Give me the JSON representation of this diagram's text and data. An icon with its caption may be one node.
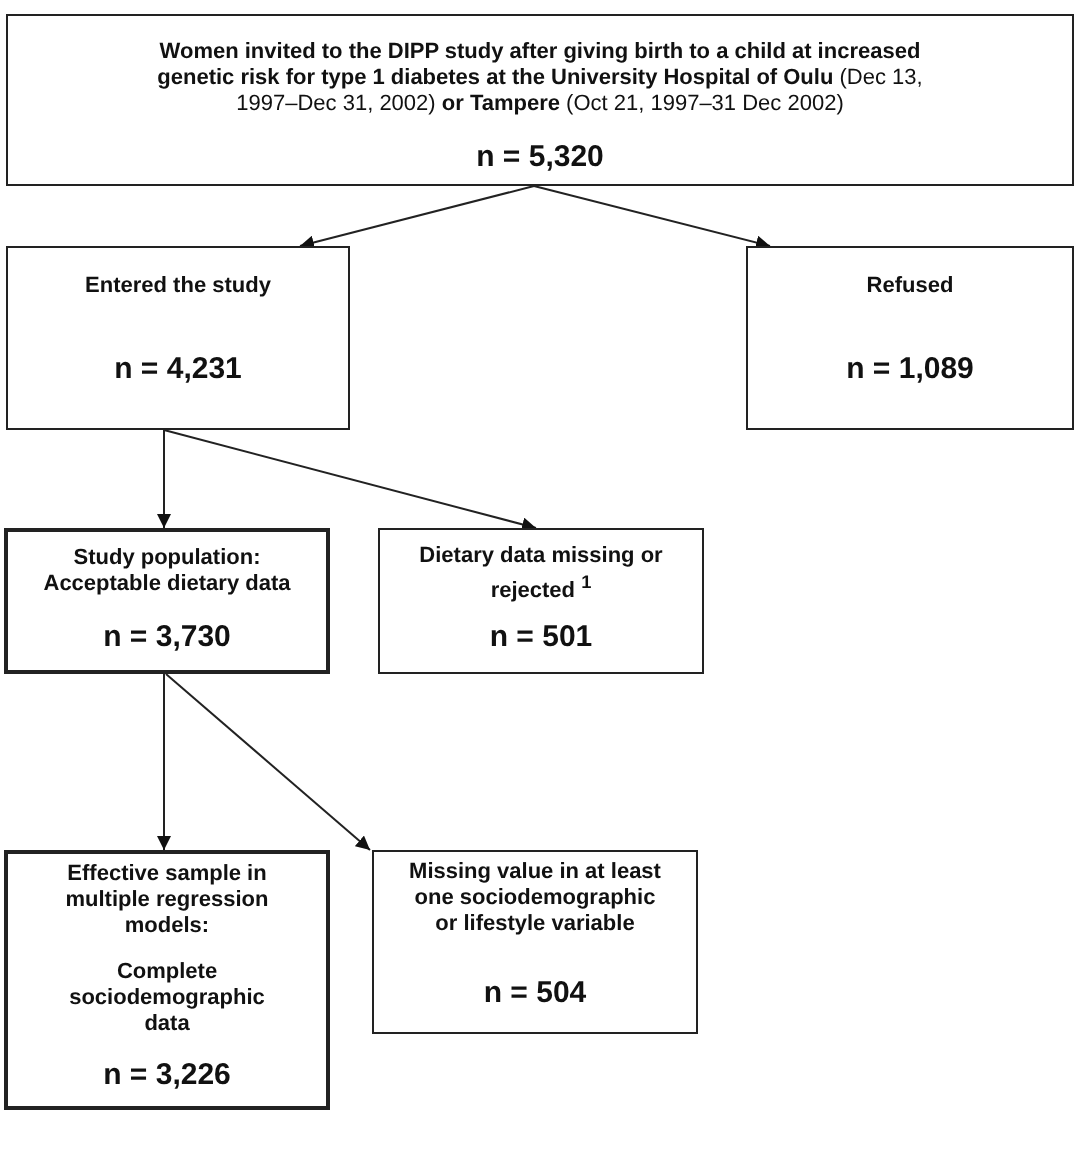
{
  "diagram": {
    "nodes": [
      {
        "text": [
          "**Women invited to the DIPP study after giving birth to a child at increased genetic risk for type 1 diabetes at the University Hospital of Oulu** (Dec 13, 1997–Dec 31, 2002) **or Tampere** (Oct 21, 1997–31 Dec 2002)",
          "n = 5,320"
        ]
      },
      {
        "text": [
          "Entered the study",
          "n = 4,231"
        ]
      },
      {
        "text": [
          "Refused",
          "n = 1,089"
        ]
      },
      {
        "text": [
          "Study population: Acceptable dietary data",
          "n = 3,730"
        ]
      },
      {
        "text": [
          "Dietary data missing or rejected $^{1}$",
          "n = 501"
        ]
      },
      {
        "text": [
          "Effective sample in multiple regression models:",
          "Complete sociodemographic data",
          "n = 3,226"
        ]
      },
      {
        "text": [
          "Missing value in at least one sociodemographic or lifestyle variable",
          "n = 504"
        ]
      }
    ],
    "edges": [
      {
        "from": 0,
        "to": 1,
        "arrow": "to"
      },
      {
        "from": 0,
        "to": 2,
        "arrow": "to"
      },
      {
        "from": 1,
        "to": 3,
        "arrow": "to"
      },
      {
        "from": 1,
        "to": 4,
        "arrow": "to"
      },
      {
        "from": 3,
        "to": 5,
        "arrow": "to"
      },
      {
        "from": 3,
        "to": 6,
        "arrow": "to"
      }
    ]
  }
}
